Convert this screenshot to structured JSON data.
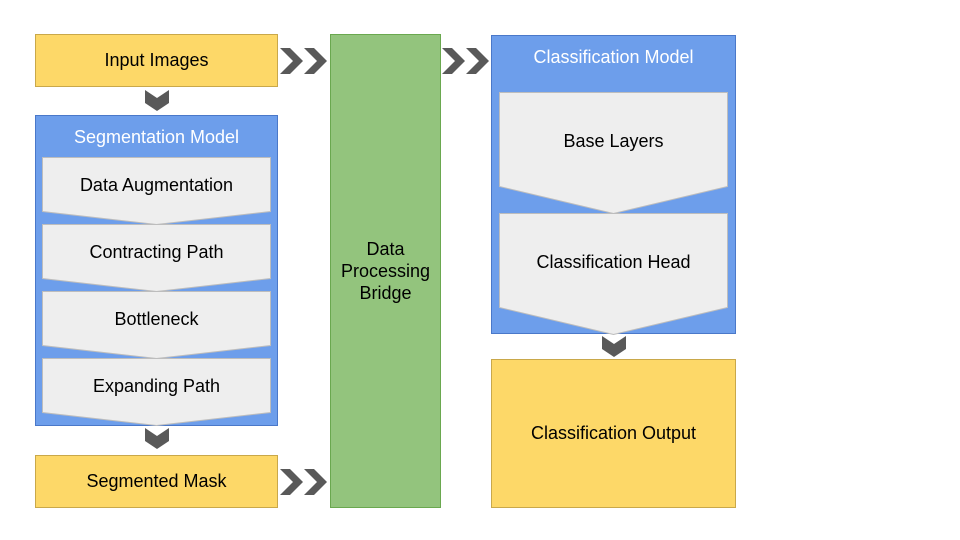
{
  "input_images": "Input Images",
  "segmentation_model": {
    "title": "Segmentation Model",
    "steps": [
      "Data Augmentation",
      "Contracting Path",
      "Bottleneck",
      "Expanding Path"
    ]
  },
  "segmented_mask": "Segmented Mask",
  "bridge": {
    "line1": "Data",
    "line2": "Processing",
    "line3": "Bridge"
  },
  "classification_model": {
    "title": "Classification Model",
    "steps": [
      "Base Layers",
      "Classification Head"
    ]
  },
  "classification_output": "Classification Output",
  "colors": {
    "input_output_fill": "#fdd868",
    "model_panel_fill": "#6d9eeb",
    "step_fill": "#eeeeee",
    "bridge_fill": "#93c47d",
    "arrow_fill": "#595959"
  }
}
